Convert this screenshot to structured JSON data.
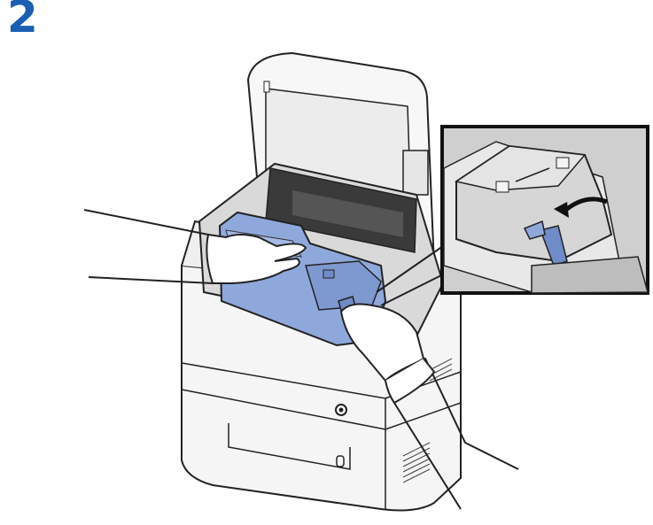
{
  "step": {
    "number": "2"
  },
  "colors": {
    "accent": "#1a5fb4",
    "toner": "#8fa8dc",
    "toner_dark": "#6f8cc8",
    "body": "#f4f4f4",
    "outline": "#222222",
    "inset_bg": "#cfcfcf"
  },
  "illustration": {
    "subject": "printer-toner-replacement",
    "inset": "lock-lever-rotate-detail"
  }
}
